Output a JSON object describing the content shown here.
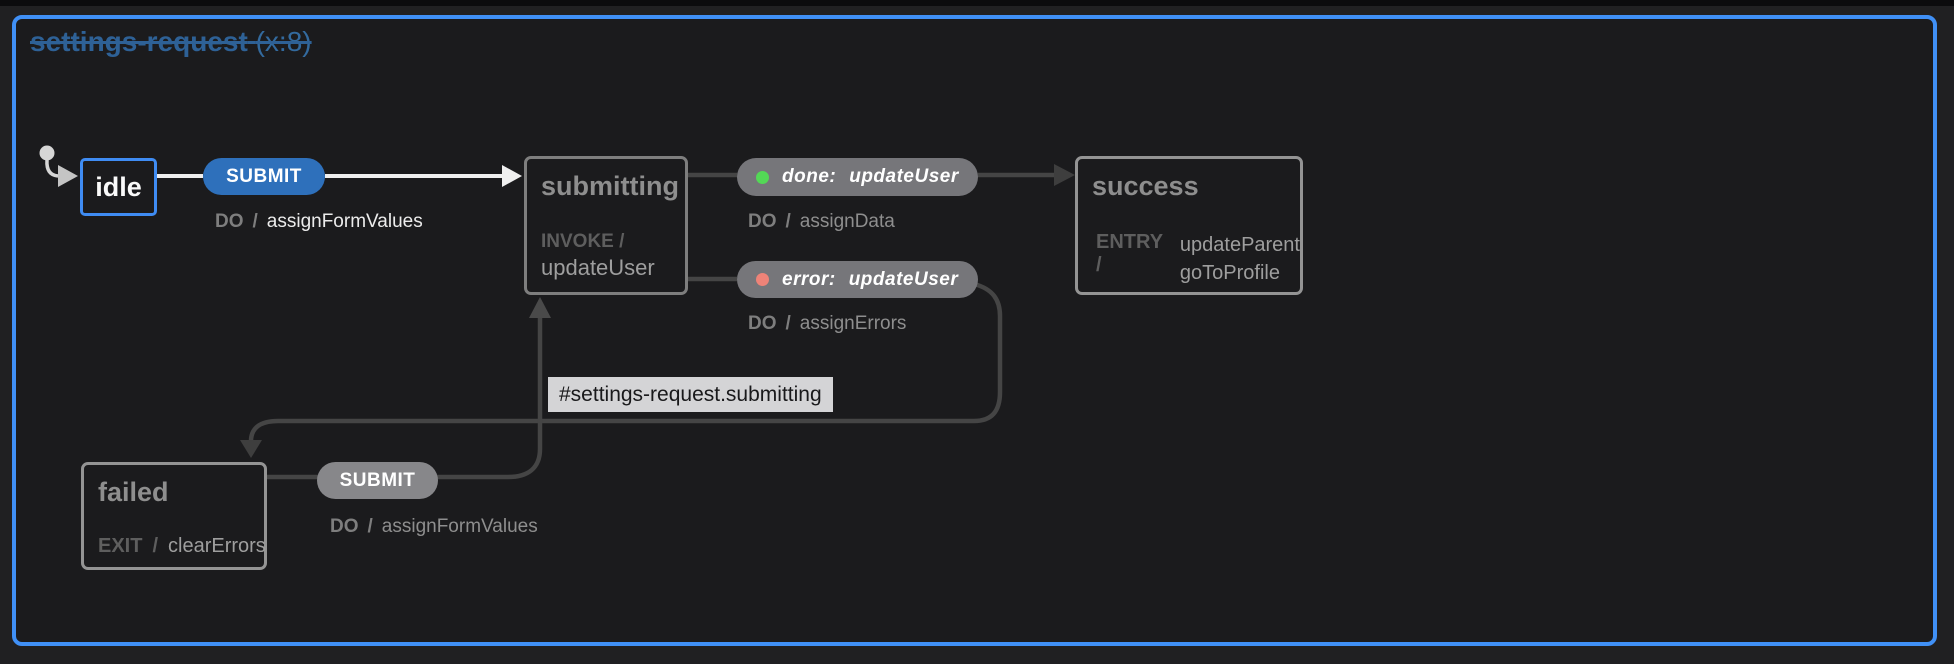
{
  "machine": {
    "title": "settings-request",
    "instance_count": "(x:8)"
  },
  "colors": {
    "frame_accent_blue": "#4090f6",
    "active_state_border_blue": "#3f8cf3",
    "active_event_pill_blue": "#2e70bb",
    "done_dot_green": "#53d856",
    "error_dot_red": "#ee8378",
    "target_chip_bg": "#d4d4d6"
  },
  "states": {
    "idle": {
      "label": "idle"
    },
    "submitting": {
      "label": "submitting",
      "invoke_keyword": "INVOKE",
      "slash": "/",
      "invoke_src": "updateUser"
    },
    "success": {
      "label": "success",
      "entry_keyword": "ENTRY",
      "slash": "/",
      "actions": [
        "updateParent",
        "goToProfile"
      ]
    },
    "failed": {
      "label": "failed",
      "exit_keyword": "EXIT",
      "slash": "/",
      "action": "clearErrors"
    }
  },
  "transitions": {
    "idle_submit": {
      "event": "SUBMIT",
      "do_keyword": "DO",
      "slash": "/",
      "action": "assignFormValues"
    },
    "done": {
      "event_type": "done:",
      "event_src": "updateUser",
      "do_keyword": "DO",
      "slash": "/",
      "action": "assignData"
    },
    "error": {
      "event_type": "error:",
      "event_src": "updateUser",
      "do_keyword": "DO",
      "slash": "/",
      "action": "assignErrors"
    },
    "failed_submit": {
      "event": "SUBMIT",
      "do_keyword": "DO",
      "slash": "/",
      "action": "assignFormValues"
    }
  },
  "target_label": "#settings-request.submitting"
}
